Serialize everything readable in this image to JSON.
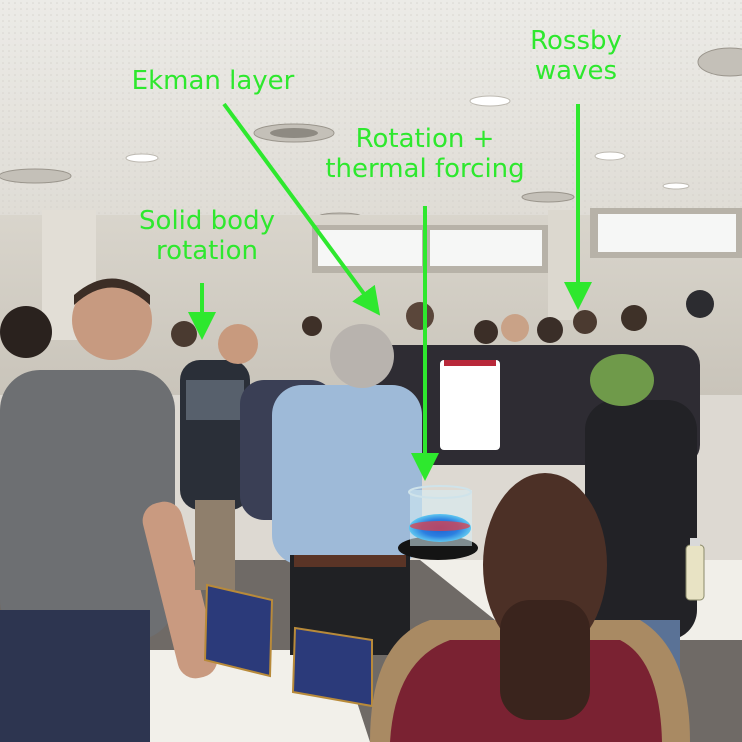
{
  "annotations": {
    "rossby_line1": "Rossby",
    "rossby_line2": "waves",
    "ekman": "Ekman layer",
    "rotation_line1": "Rotation +",
    "rotation_line2": "thermal forcing",
    "solid_line1": "Solid body",
    "solid_line2": "rotation"
  },
  "colors": {
    "annotation_green": "#2ee82e",
    "ceiling": "#e9e7e2",
    "wall": "#d6d2ca",
    "tank_fluid": "#2b7fe0",
    "tank_red": "#e0404a"
  }
}
